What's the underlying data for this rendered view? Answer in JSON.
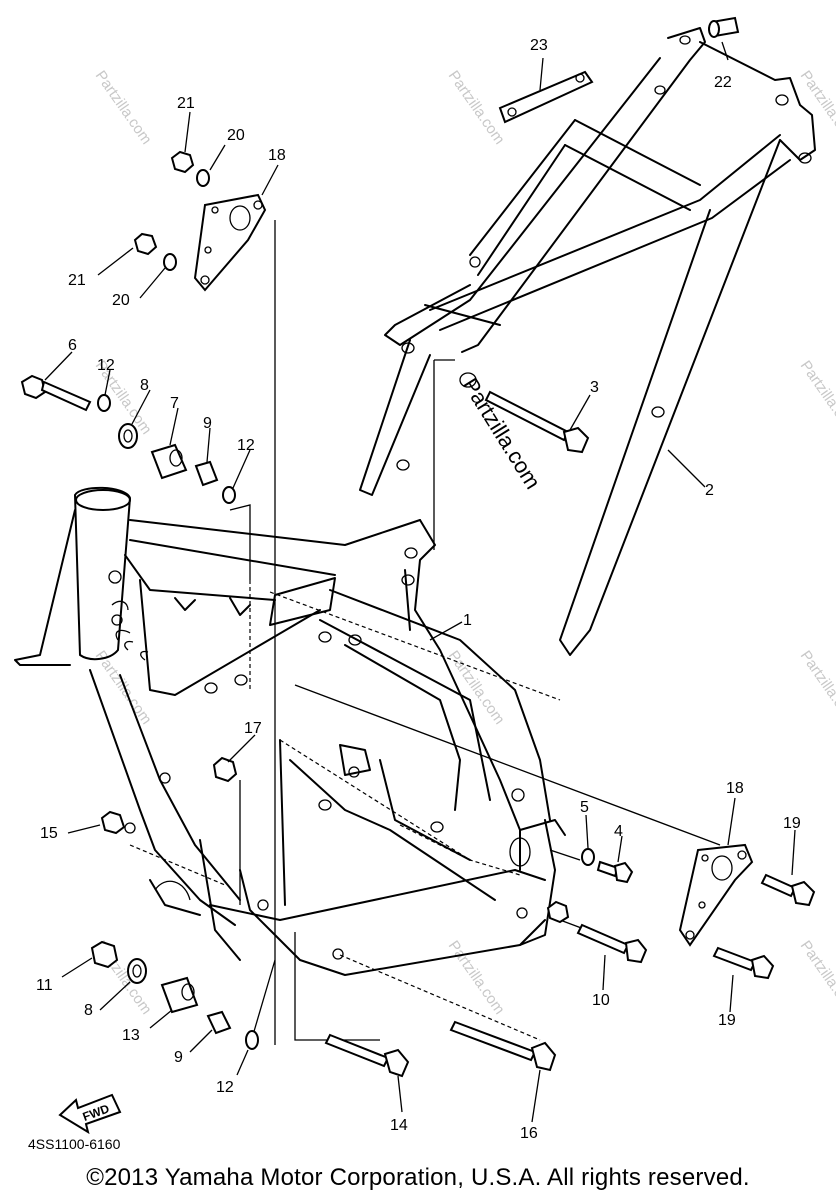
{
  "diagram": {
    "callouts": [
      {
        "id": "c23",
        "text": "23"
      },
      {
        "id": "c22",
        "text": "22"
      },
      {
        "id": "c21a",
        "text": "21"
      },
      {
        "id": "c20a",
        "text": "20"
      },
      {
        "id": "c18a",
        "text": "18"
      },
      {
        "id": "c21b",
        "text": "21"
      },
      {
        "id": "c20b",
        "text": "20"
      },
      {
        "id": "c6",
        "text": "6"
      },
      {
        "id": "c12a",
        "text": "12"
      },
      {
        "id": "c8a",
        "text": "8"
      },
      {
        "id": "c7",
        "text": "7"
      },
      {
        "id": "c9a",
        "text": "9"
      },
      {
        "id": "c12b",
        "text": "12"
      },
      {
        "id": "c3",
        "text": "3"
      },
      {
        "id": "c2",
        "text": "2"
      },
      {
        "id": "c1",
        "text": "1"
      },
      {
        "id": "c17",
        "text": "17"
      },
      {
        "id": "c15",
        "text": "15"
      },
      {
        "id": "c5",
        "text": "5"
      },
      {
        "id": "c4",
        "text": "4"
      },
      {
        "id": "c18b",
        "text": "18"
      },
      {
        "id": "c19a",
        "text": "19"
      },
      {
        "id": "c10",
        "text": "10"
      },
      {
        "id": "c19b",
        "text": "19"
      },
      {
        "id": "c11",
        "text": "11"
      },
      {
        "id": "c8b",
        "text": "8"
      },
      {
        "id": "c13",
        "text": "13"
      },
      {
        "id": "c9b",
        "text": "9"
      },
      {
        "id": "c12c",
        "text": "12"
      },
      {
        "id": "c14",
        "text": "14"
      },
      {
        "id": "c16",
        "text": "16"
      }
    ],
    "fwd_label": "FWD",
    "watermark": "Partzilla.com",
    "watermark_big": "Partzilla.com",
    "drawing_code": "4SS1100-6160",
    "copyright": "©2013 Yamaha Motor Corporation, U.S.A. All rights reserved."
  }
}
